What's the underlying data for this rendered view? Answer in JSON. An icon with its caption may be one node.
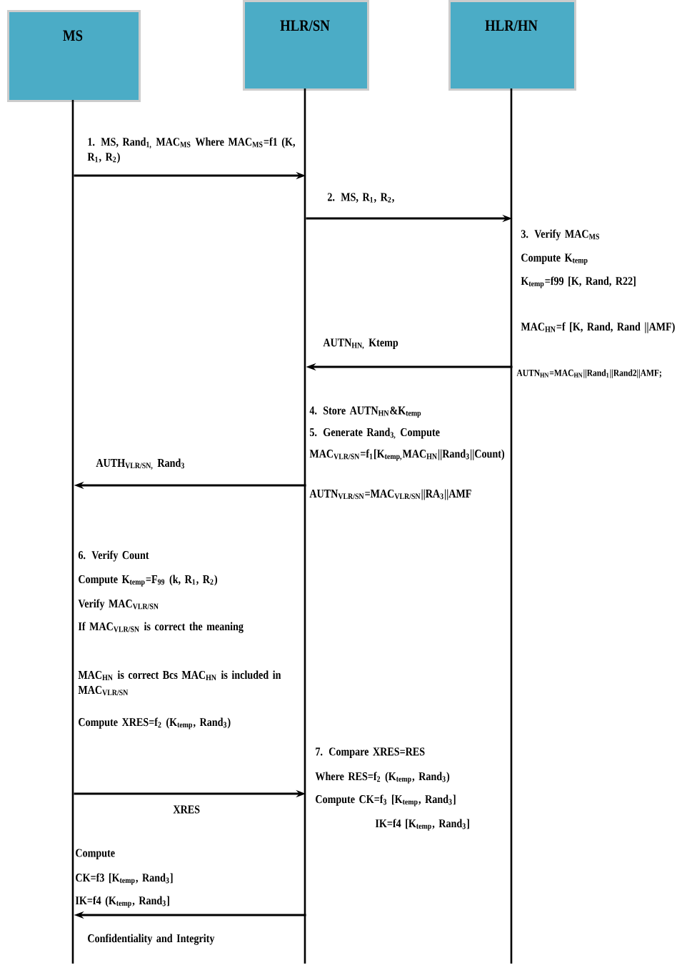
{
  "diagram": {
    "nodes": [
      {
        "text": [
          "MS"
        ]
      },
      {
        "text": [
          "HLR/SN"
        ]
      },
      {
        "text": [
          "HLR/HN"
        ]
      }
    ],
    "edges": [
      {
        "from": 0,
        "to": 1,
        "arrow": "to",
        "label": "1. MS, Rand$_{1,}$ MAC$_{MS}$ Where MAC$_{MS}$=f1 (K, R$_{1}$, R$_{2}$)"
      },
      {
        "from": 1,
        "to": 2,
        "arrow": "to",
        "label": "2. MS, R$_{1}$, R$_{2}$,"
      },
      {
        "from": 2,
        "to": 1,
        "arrow": "to",
        "label": "AUTN$_{HN,}$ Ktemp"
      },
      {
        "from": 1,
        "to": 0,
        "arrow": "to",
        "label": "AUTH$_{VLR/SN,}$ Rand$_{3}$"
      },
      {
        "from": 0,
        "to": 1,
        "arrow": "to",
        "label": "XRES"
      },
      {
        "from": 1,
        "to": 0,
        "arrow": "to",
        "label": "Confidentiality and Integrity"
      }
    ],
    "labels": [
      "3. Verify MAC$_{MS}$",
      "Compute K$_{temp}$",
      "K$_{temp}$=f99 [K, Rand, R22]",
      "MAC$_{HN}$=f [K, Rand, Rand ||AMF)",
      "AUTN$_{HN}$=MAC$_{HN}$||Rand$_{1}$||Rand2||AMF;",
      "4. Store AUTN$_{HN}$&K$_{temp}$",
      "5. Generate Rand$_{3,}$ Compute",
      "MAC$_{VLR/SN}$=f$_{1}$[K$_{temp,}$MAC$_{HN}$||Rand$_{3}$||Count)",
      "AUTN$_{VLR/SN}$=MAC$_{VLR/SN}$||RA$_{3}$||AMF",
      "6. Verify Count",
      "Compute K$_{temp}$=F$_{99}$ (k, R$_{1}$, R$_{2}$)",
      "Verify MAC$_{VLR/SN}$",
      "If MAC$_{VLR/SN}$ is correct the meaning",
      "MAC$_{HN}$ is correct Bcs MAC$_{HN}$ is included in MAC$_{VLR/SN}$",
      "Compute XRES=f$_{2}$ (K$_{temp}$, Rand$_{3}$)",
      "7. Compare XRES=RES",
      "Where RES=f$_{2}$ (K$_{temp}$, Rand$_{3}$)",
      "Compute CK=f$_{3}$ [K$_{temp}$, Rand$_{3}$]",
      "IK=f4 [K$_{temp}$, Rand$_{3}$]",
      "Compute",
      "CK=f3 [K$_{temp}$, Rand$_{3}$]",
      "IK=f4 (K$_{temp}$, Rand$_{3}$]"
    ]
  }
}
